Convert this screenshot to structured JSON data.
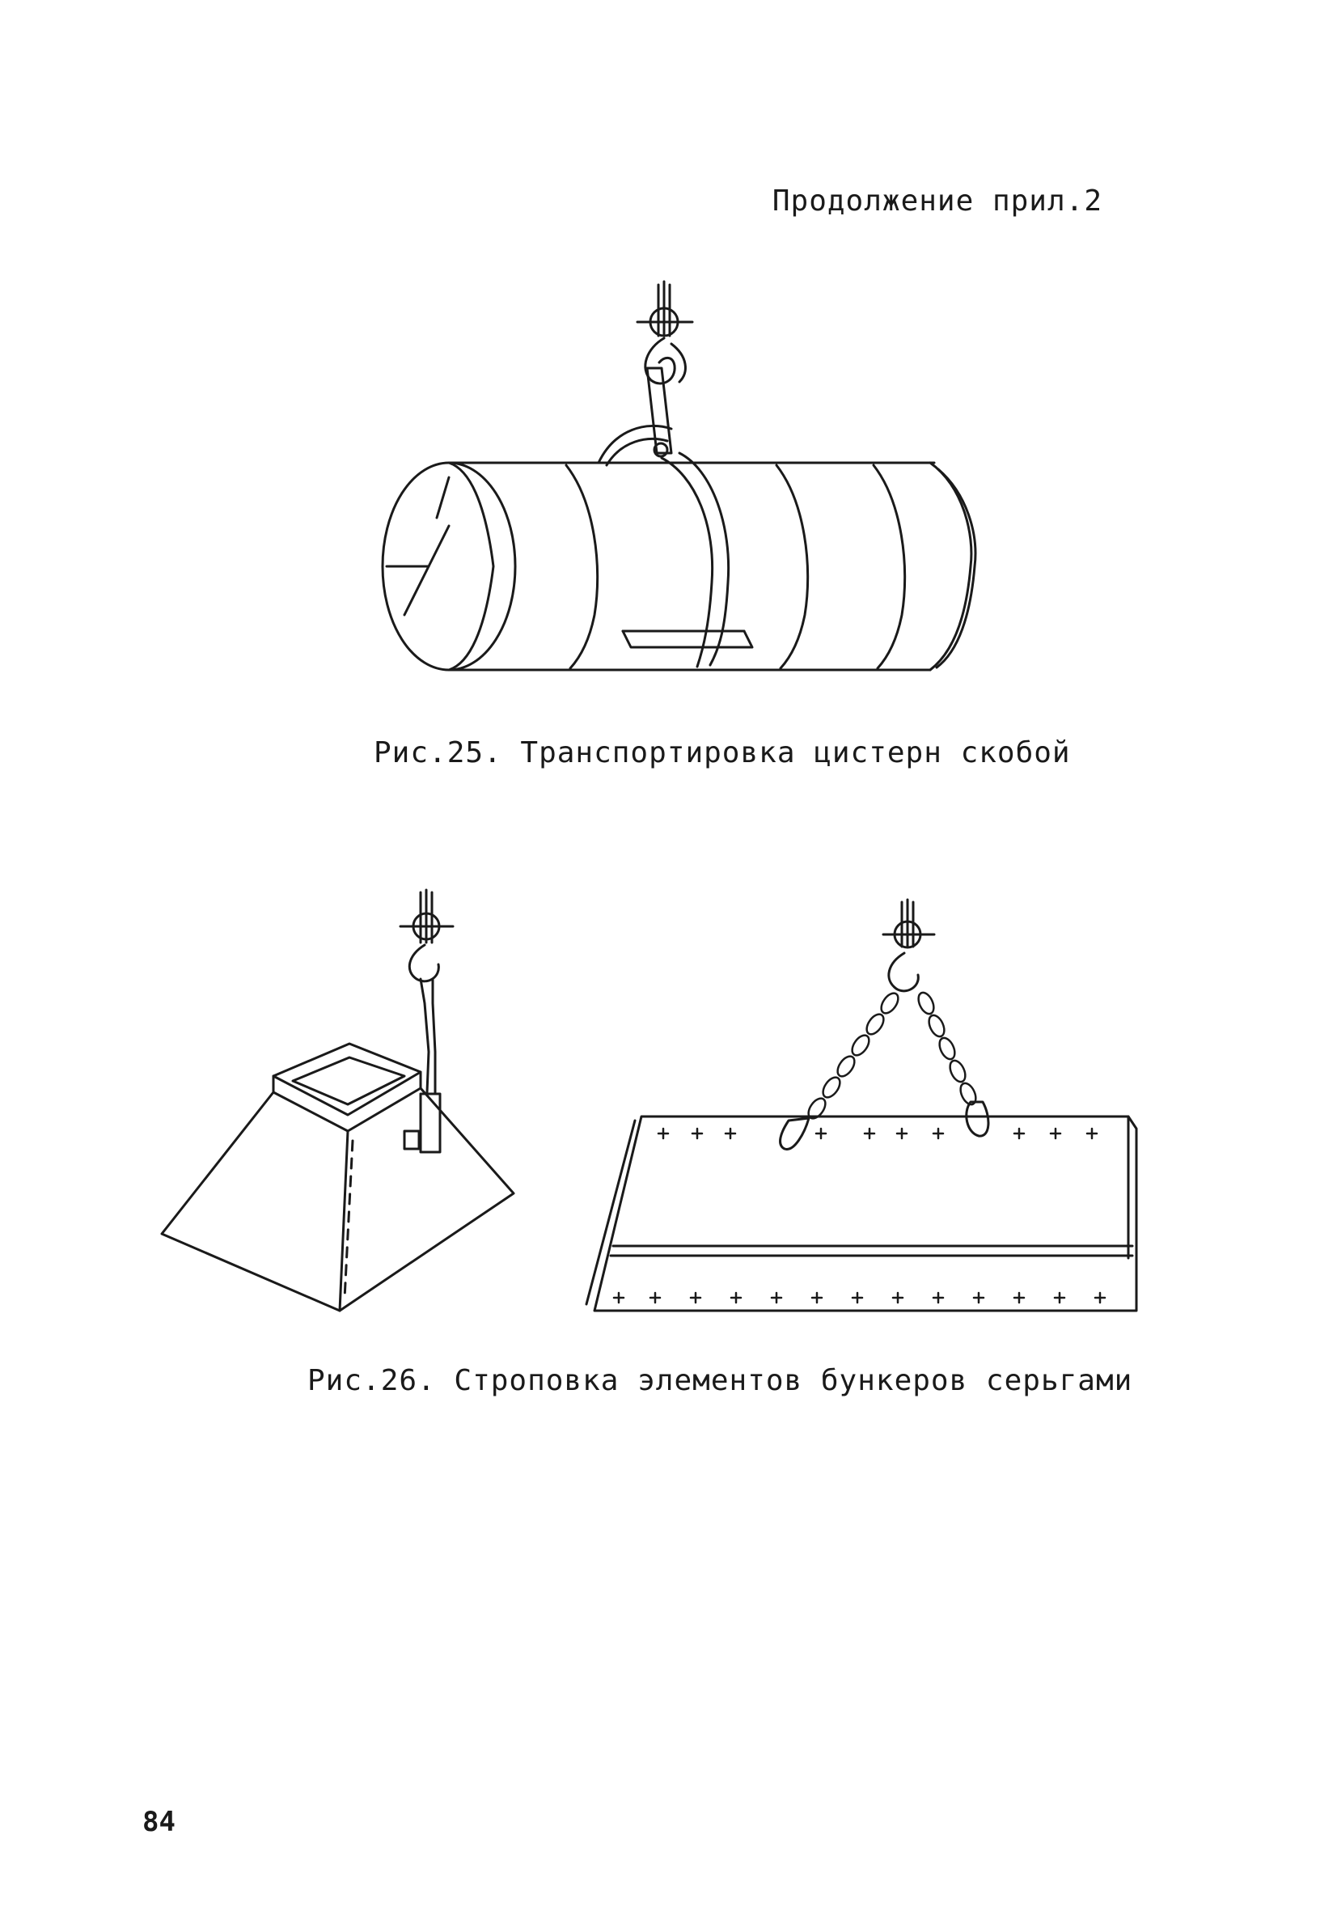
{
  "header": {
    "continuation": "Продолжение прил.2"
  },
  "figures": {
    "fig25": {
      "caption": "Рис.25. Транспортировка цистерн скобой"
    },
    "fig26": {
      "caption": "Рис.26. Строповка элементов бункеров серьгами"
    }
  },
  "page_number": "84"
}
